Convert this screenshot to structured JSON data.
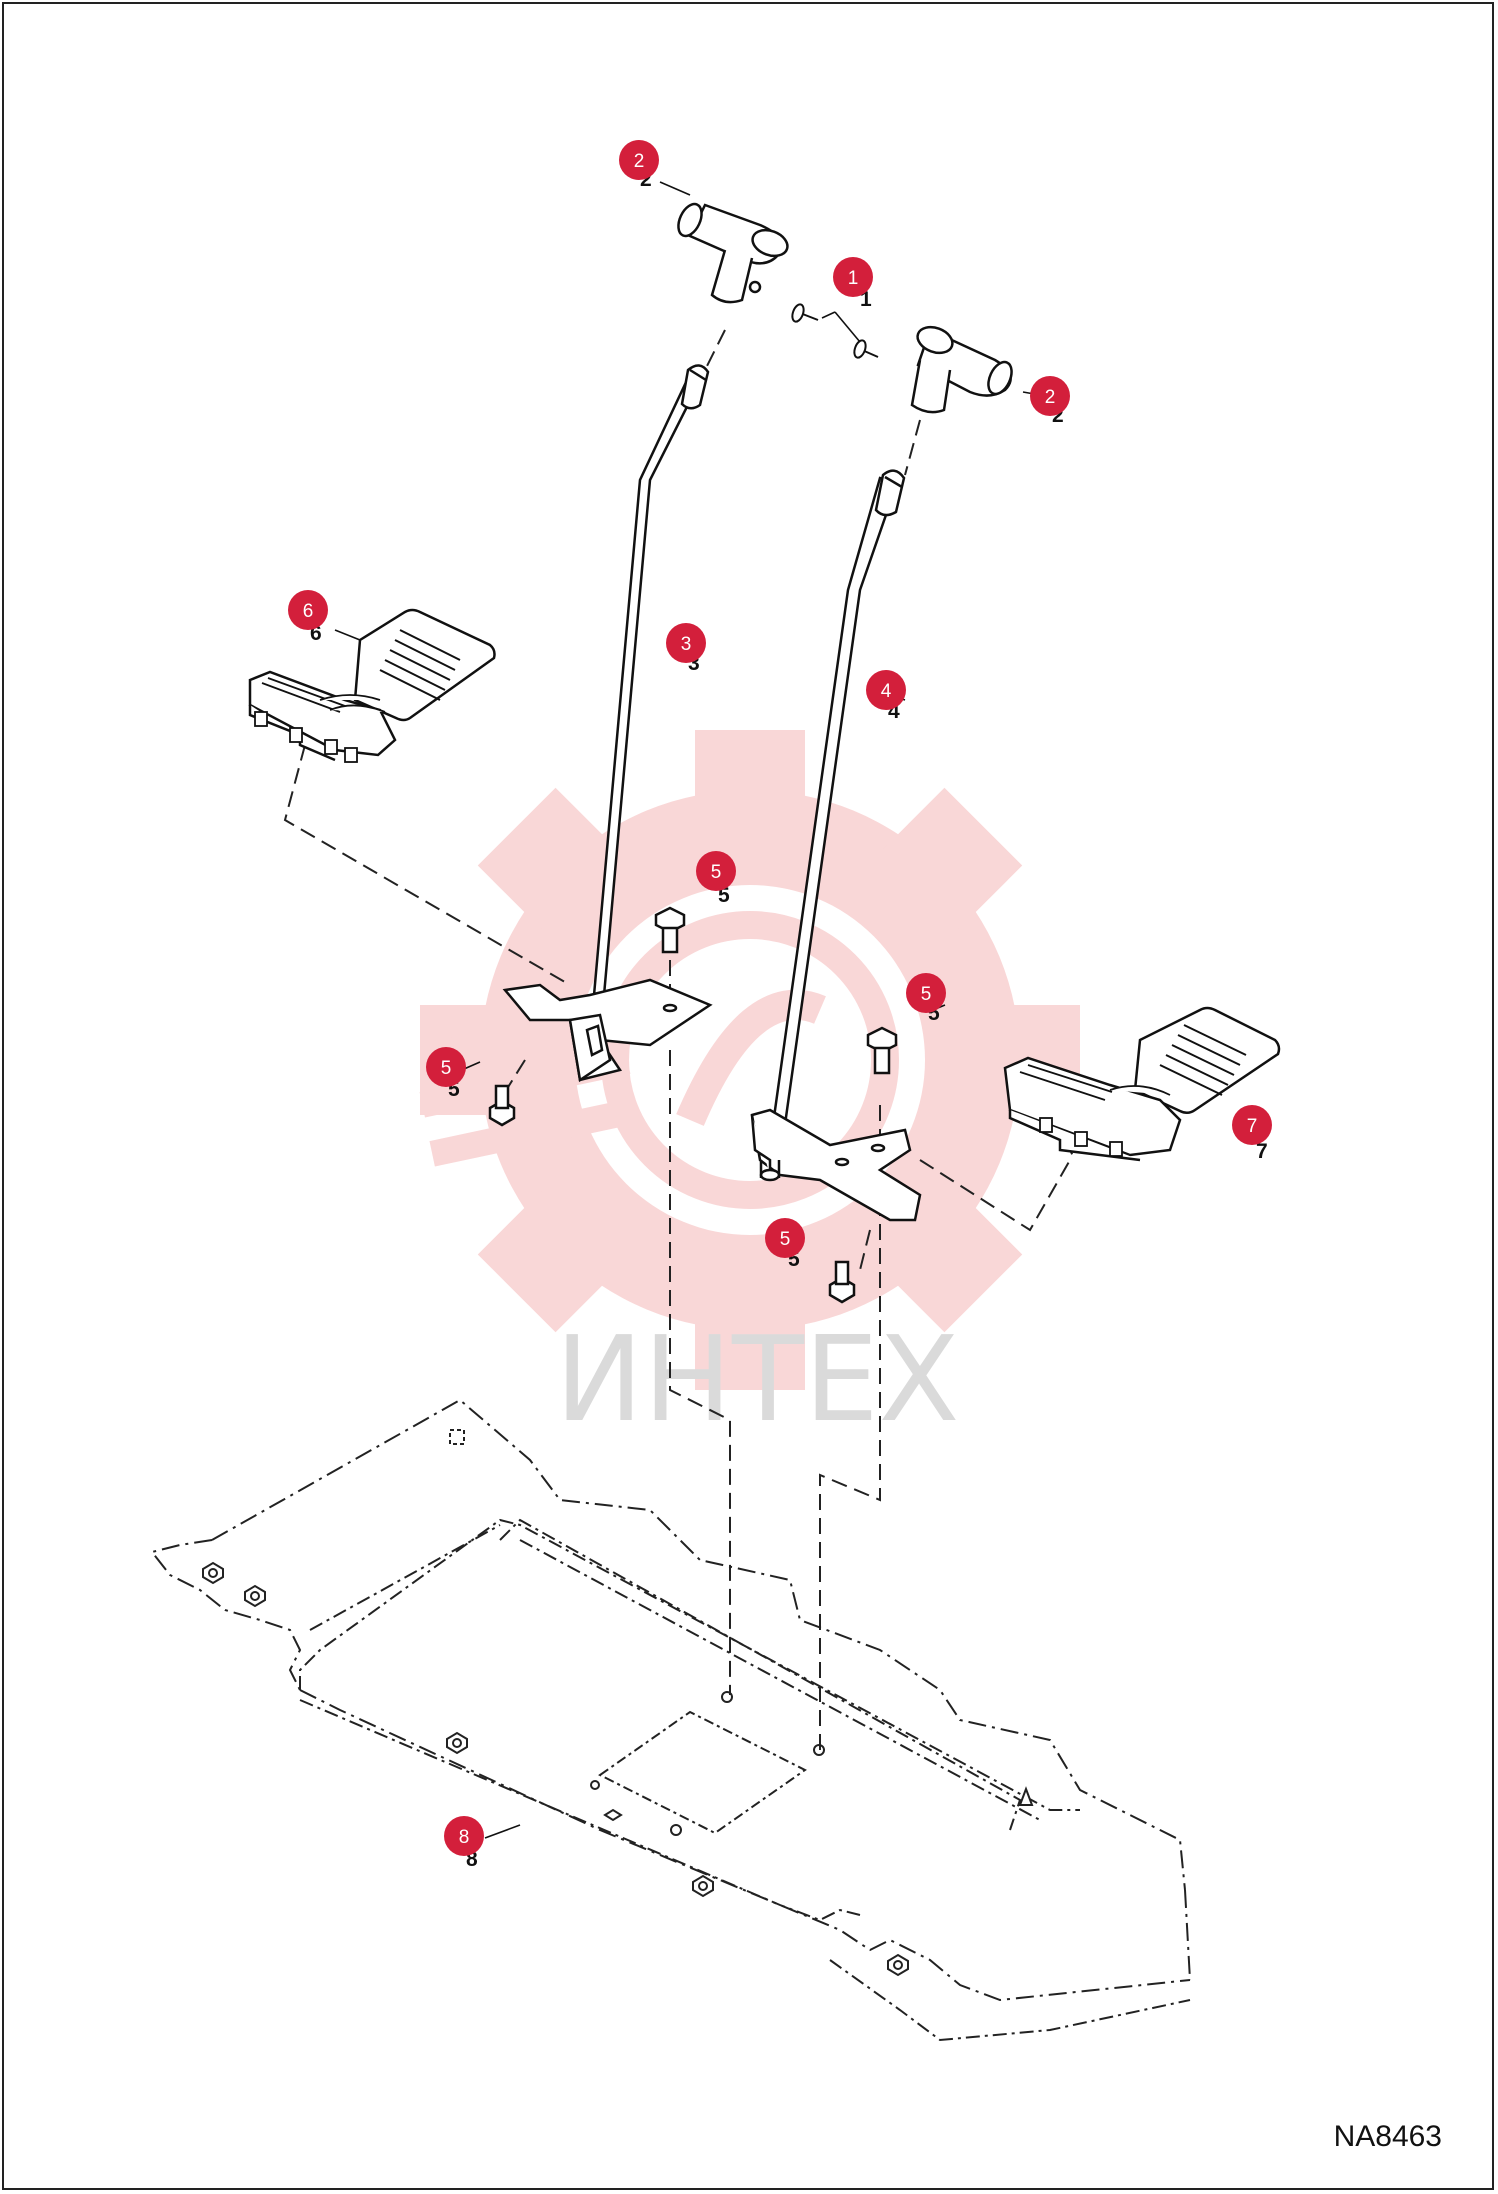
{
  "drawing_code": "NA8463",
  "watermark": {
    "text": "ИНТЕХ",
    "color": "#f7c9c9"
  },
  "callout_color": "#d31f3b",
  "callouts": [
    {
      "id": "2",
      "label": "2"
    },
    {
      "id": "1",
      "label": "1"
    },
    {
      "id": "2b",
      "label": "2"
    },
    {
      "id": "6",
      "label": "6"
    },
    {
      "id": "3",
      "label": "3"
    },
    {
      "id": "4",
      "label": "4"
    },
    {
      "id": "5a",
      "label": "5"
    },
    {
      "id": "5b",
      "label": "5"
    },
    {
      "id": "5c",
      "label": "5"
    },
    {
      "id": "7",
      "label": "7"
    },
    {
      "id": "5d",
      "label": "5"
    },
    {
      "id": "8",
      "label": "8"
    }
  ]
}
